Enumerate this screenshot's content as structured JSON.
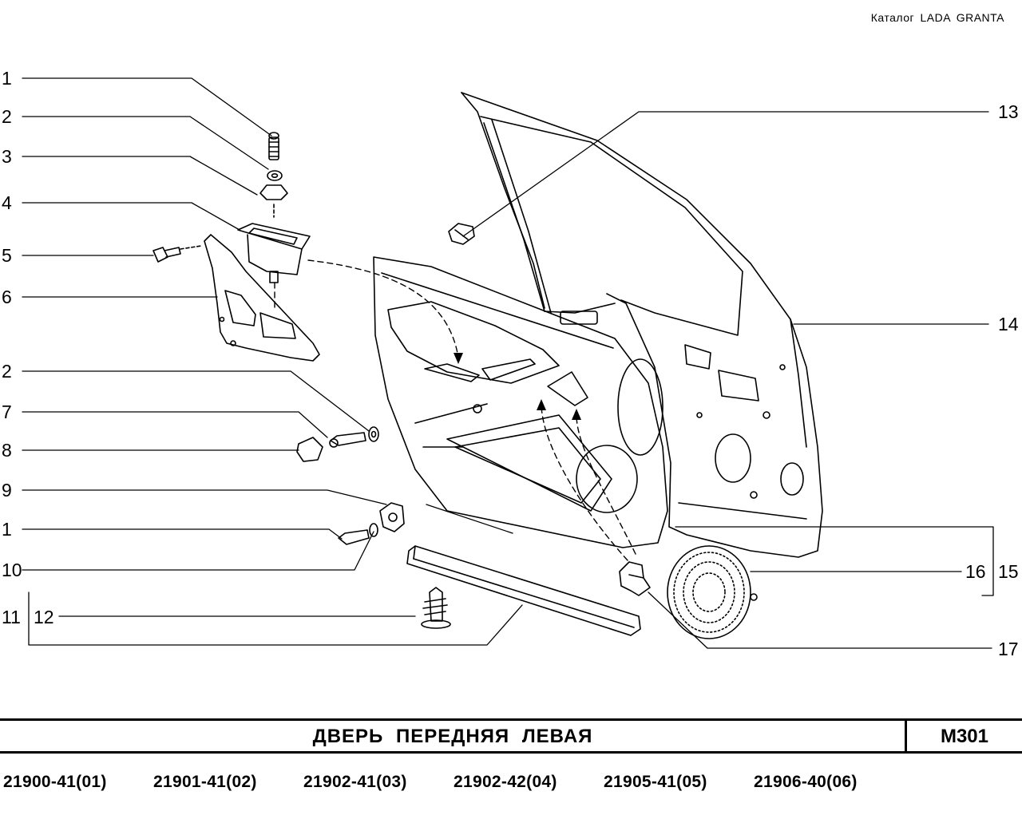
{
  "header": {
    "catalog": "Каталог  LADA  GRANTA"
  },
  "callouts": [
    {
      "id": "c1a",
      "text": "1"
    },
    {
      "id": "c2a",
      "text": "2"
    },
    {
      "id": "c3",
      "text": "3"
    },
    {
      "id": "c4",
      "text": "4"
    },
    {
      "id": "c5",
      "text": "5"
    },
    {
      "id": "c6",
      "text": "6"
    },
    {
      "id": "c2b",
      "text": "2"
    },
    {
      "id": "c7",
      "text": "7"
    },
    {
      "id": "c8",
      "text": "8"
    },
    {
      "id": "c9",
      "text": "9"
    },
    {
      "id": "c1b",
      "text": "1"
    },
    {
      "id": "c10",
      "text": "10"
    },
    {
      "id": "c11",
      "text": "11"
    },
    {
      "id": "c12",
      "text": "12"
    },
    {
      "id": "c13",
      "text": "13"
    },
    {
      "id": "c14",
      "text": "14"
    },
    {
      "id": "c16",
      "text": "16"
    },
    {
      "id": "c15",
      "text": "15"
    },
    {
      "id": "c17",
      "text": "17"
    }
  ],
  "footer": {
    "title": "ДВЕРЬ  ПЕРЕДНЯЯ  ЛЕВАЯ",
    "code": "М301",
    "models": [
      "21900-41(01)",
      "21901-41(02)",
      "21902-41(03)",
      "21902-42(04)",
      "21905-41(05)",
      "21906-40(06)"
    ]
  }
}
